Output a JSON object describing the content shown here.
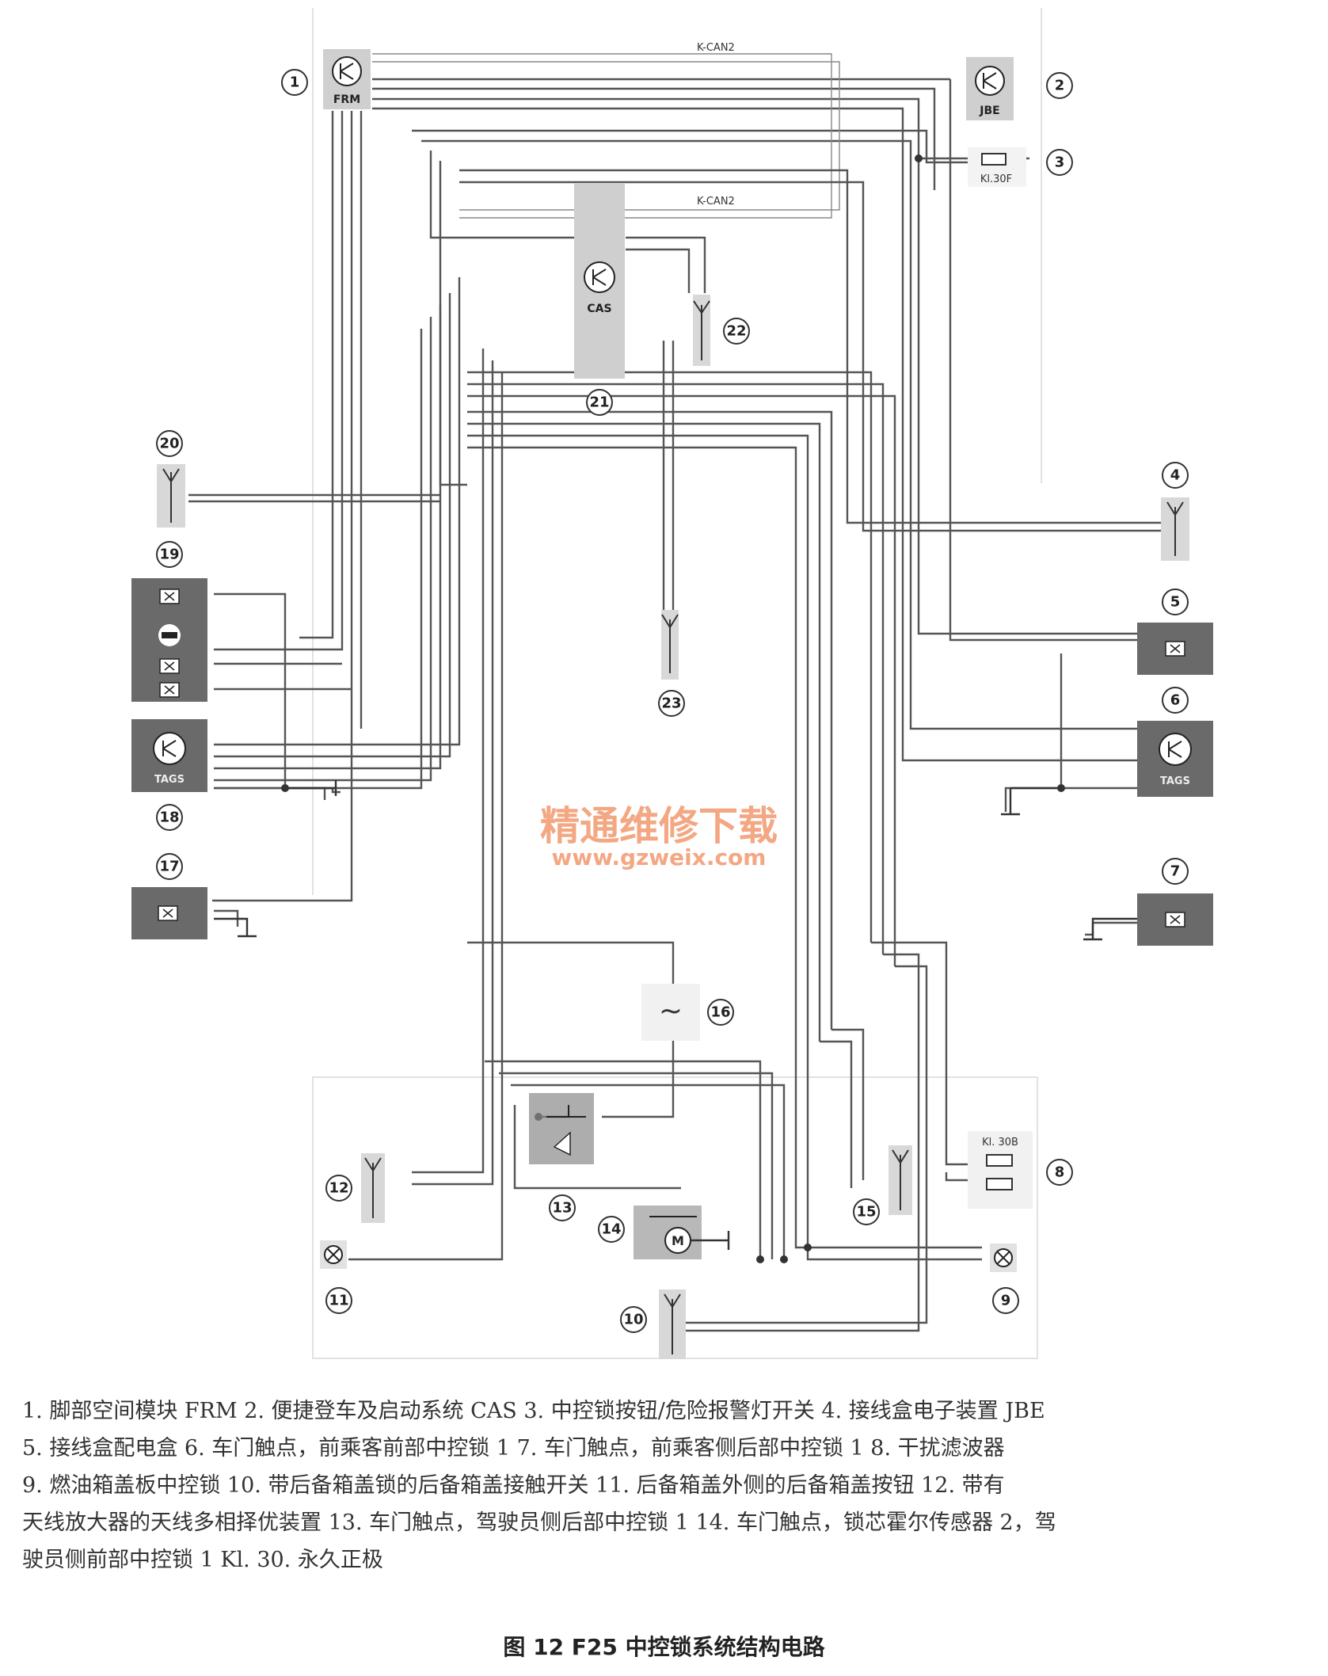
{
  "diagram": {
    "modules": {
      "frm": {
        "num": "1",
        "label": "FRM"
      },
      "jbe": {
        "num": "2",
        "label": "JBE"
      },
      "kl30f": {
        "num": "3",
        "label": "Kl.30F"
      },
      "cas": {
        "num": "21",
        "label": "CAS"
      },
      "tags_right": {
        "num": "6",
        "label": "TAGS"
      },
      "tags_left": {
        "num": "18",
        "label": "TAGS"
      },
      "kl30b": {
        "num": "8",
        "label": "Kl. 30B"
      }
    },
    "bus_labels": [
      "K-CAN2",
      "K-CAN2"
    ],
    "numbers": [
      "4",
      "5",
      "7",
      "9",
      "10",
      "11",
      "12",
      "13",
      "14",
      "15",
      "16",
      "17",
      "19",
      "20",
      "22",
      "23"
    ],
    "motor_symbol": "M",
    "filter_symbol": "~"
  },
  "watermark": {
    "line1": "精通维修下载",
    "line2": "www.gzweix.com"
  },
  "caption": [
    "1. 脚部空间模块 FRM   2. 便捷登车及启动系统 CAS   3. 中控锁按钮/危险报警灯开关   4. 接线盒电子装置 JBE",
    "5. 接线盒配电盒   6. 车门触点，前乘客前部中控锁 1   7. 车门触点，前乘客侧后部中控锁 1   8. 干扰滤波器",
    "9. 燃油箱盖板中控锁   10. 带后备箱盖锁的后备箱盖接触开关   11. 后备箱盖外侧的后备箱盖按钮   12. 带有",
    "天线放大器的天线多相择优装置   13. 车门触点，驾驶员侧后部中控锁 1   14. 车门触点，锁芯霍尔传感器 2，驾",
    "驶员侧前部中控锁 1 Kl. 30. 永久正极"
  ],
  "figure_title": "图 12   F25 中控锁系统结构电路"
}
